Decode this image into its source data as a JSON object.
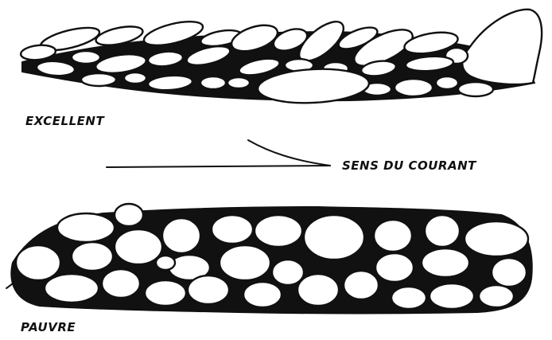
{
  "labels": {
    "top": "EXCELLENT",
    "flow": "SENS DU COURANT",
    "bottom": "PAUVRE"
  },
  "colors": {
    "ink": "#111111",
    "background": "#ffffff"
  }
}
